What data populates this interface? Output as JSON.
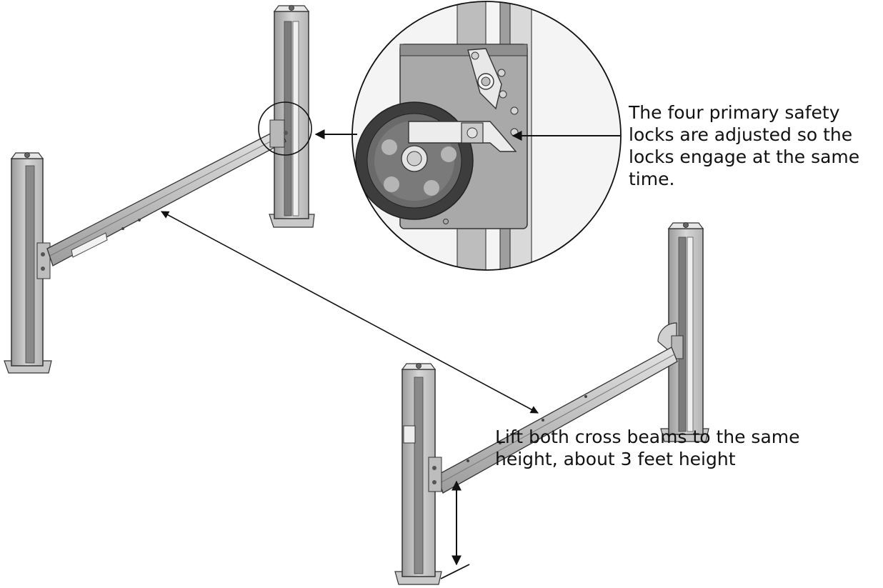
{
  "callouts": {
    "locks": {
      "lines": [
        "The four primary safety",
        "locks are adjusted so the",
        "locks engage at the same",
        "time."
      ]
    },
    "height": {
      "lines": [
        "Lift both cross beams to the same",
        "height, about 3 feet height"
      ]
    }
  },
  "colors": {
    "steel_light": "#d4d4d4",
    "steel_mid": "#a8a8a8",
    "steel_dark": "#6e6e6e",
    "outline": "#2b2b2b",
    "arrow": "#111111"
  }
}
